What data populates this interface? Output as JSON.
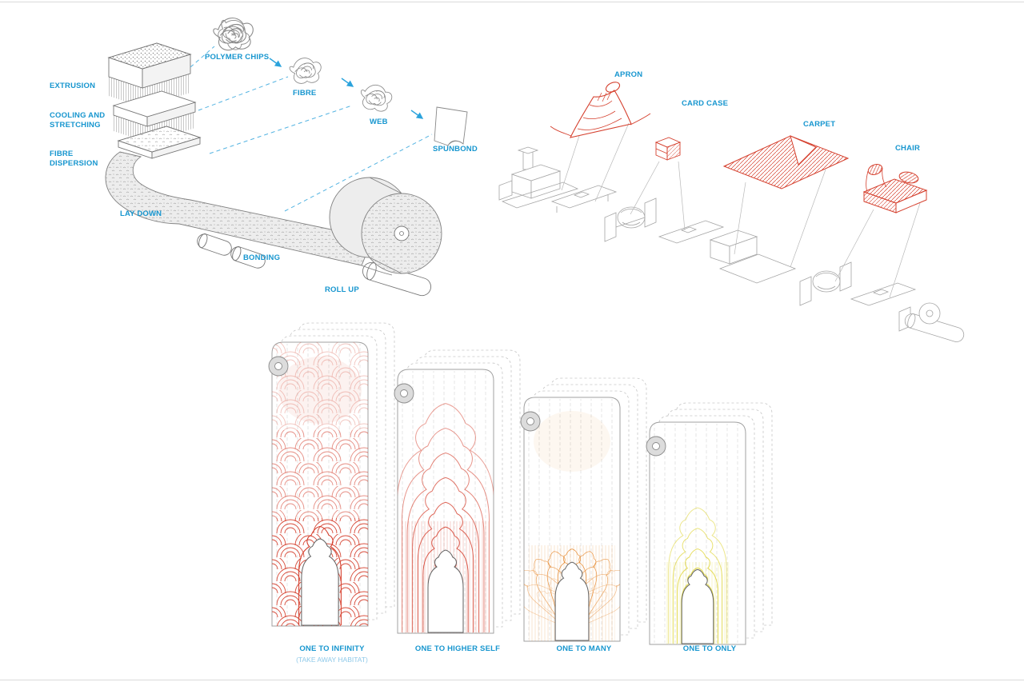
{
  "colors": {
    "label_blue": "#1796cf",
    "subtitle_blue": "#8ec9e9",
    "guide_blue": "#55b4e2",
    "accent_red": "#d5402e",
    "accent_orange": "#e6872b",
    "accent_yellow": "#ddd22a",
    "line_gray": "#8a8a8a",
    "machine_gray": "#a5a5a5"
  },
  "process_diagram": {
    "stage_labels": [
      "EXTRUSION",
      "COOLING AND STRETCHING",
      "FIBRE DISPERSION",
      "LAY DOWN",
      "BONDING",
      "ROLL UP"
    ],
    "material_labels": [
      "POLYMER CHIPS",
      "FIBRE",
      "WEB",
      "SPUNBOND"
    ]
  },
  "production_line": {
    "product_labels": [
      "APRON",
      "CARD CASE",
      "CARPET",
      "CHAIR"
    ]
  },
  "panel_diagrams": [
    {
      "title": "ONE TO INFINITY",
      "subtitle": "(TAKE AWAY HABITAT)"
    },
    {
      "title": "ONE TO HIGHER SELF"
    },
    {
      "title": "ONE TO MANY"
    },
    {
      "title": "ONE TO ONLY"
    }
  ]
}
